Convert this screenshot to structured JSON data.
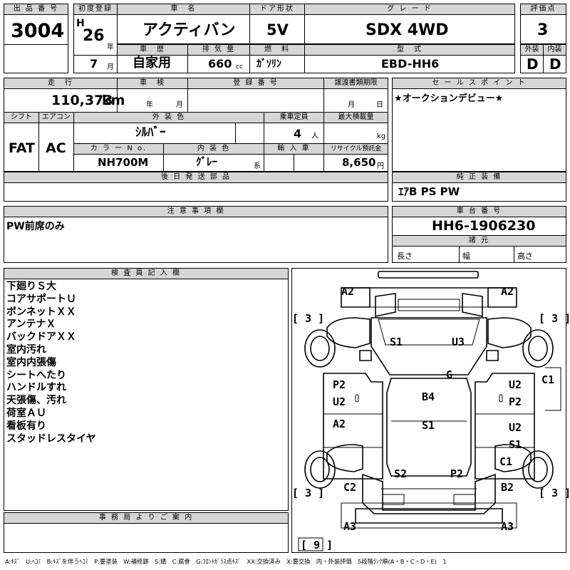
{
  "header": {
    "lot_label": "出 品 番 号",
    "lot_no": "3004",
    "first_reg_label": "初度登録",
    "era": "H",
    "year": "26",
    "year_unit": "年",
    "month": "7",
    "month_unit": "月",
    "car_name_label": "車　名",
    "car_name": "アクティバン",
    "door_label": "ドア形状",
    "door": "5V",
    "grade_label": "グ レ ー ド",
    "grade": "SDX 4WD",
    "score_label": "評価点",
    "score": "3",
    "history_label": "車　歴",
    "history": "自家用",
    "displacement_label": "排 気 量",
    "displacement": "660",
    "displacement_unit": "cc",
    "fuel_label": "燃　料",
    "fuel": "ｶﾞｿﾘﾝ",
    "model_label": "型　式",
    "model": "EBD-HH6",
    "exterior_label": "外装",
    "exterior": "D",
    "interior_label": "内装",
    "interior": "D"
  },
  "row2": {
    "mileage_label": "走　行",
    "mileage": "110,373",
    "mileage_unit": "km",
    "inspection_label": "車　検",
    "insp_year_unit": "年",
    "insp_month_unit": "月",
    "reg_no_label": "登 録 番 号",
    "transfer_label": "譲渡書類期限",
    "transfer_month": "月",
    "transfer_day": "日",
    "shift_label": "シフト",
    "shift": "FAT",
    "ac_label": "エアコン",
    "ac": "AC",
    "color_label": "外 装 色",
    "color": "ｼﾙﾊﾞｰ",
    "capacity_label": "乗車定員",
    "capacity": "4",
    "capacity_unit": "人",
    "load_label": "最大積載量",
    "load_unit": "kg",
    "color_no_label": "カ ラ ー N o.",
    "color_no": "NH700M",
    "int_color_label": "内 装 色",
    "int_color": "ｸﾞﾚｰ",
    "int_color_unit": "系",
    "import_label": "輸 入 車",
    "recycle_label": "リサイクル預託金",
    "recycle": "8,650",
    "recycle_unit": "円"
  },
  "sales_point": {
    "label": "セ ー ル ス ポ イ ン ト",
    "text": "★オークションデビュー★"
  },
  "later_parts": {
    "label": "後 日 発 送 部 品"
  },
  "equipment": {
    "label": "純 正 装 備",
    "text": "ｴｱB PS PW"
  },
  "notice": {
    "label": "注 意 事 項 欄",
    "text": "PW前席のみ"
  },
  "chassis": {
    "label": "車 台 番 号",
    "number": "HH6-1906230"
  },
  "specs": {
    "label": "諸 元",
    "length": "長さ",
    "width": "幅",
    "height": "高さ"
  },
  "inspector": {
    "label": "検 査 員 記 入 欄",
    "notes": [
      "下廻りＳ大",
      "コアサポートＵ",
      "ボンネットＸＸ",
      "アンテナＸ",
      "バックドアＸＸ",
      "室内汚れ",
      "室内内張傷",
      "シートへたり",
      "ハンドルすれ",
      "天張傷、汚れ",
      "荷室ＡＵ",
      "看板有り",
      "スタッドレスタイヤ"
    ]
  },
  "office": {
    "label": "事 務 局 よ り ご 案 内"
  },
  "diagram": {
    "front_left_bumper": "A2",
    "front_right_bumper": "A2",
    "tire_fl": "3",
    "tire_fr": "3",
    "tire_rl": "3",
    "tire_rr": "3",
    "spare": "9",
    "hood_left": "S1",
    "hood_right": "U3",
    "windshield": "G",
    "left_front_door": "P2 U2",
    "right_front_door": "U2 P2",
    "right_fender": "C1",
    "roof": "B4",
    "left_rear_door": "A2",
    "right_rear_door": "U2 S1",
    "roof_rear": "S1",
    "right_rear_quarter": "C1",
    "rear_center_left": "S2",
    "rear_center_right": "P2",
    "rear_left_quarter": "C2",
    "rear_right_quarter": "B2",
    "rear_left_bumper": "A3",
    "rear_right_bumper": "A3"
  },
  "legend": "A:ｷｽﾞ　U:ﾍｺﾐ　B:ｷｽﾞを伴うﾍｺﾐ　P:要塗装　W:補修跡　S:錆　C:腐食　G:ﾌﾛﾝﾄｶﾞﾗｽ点ｷｽﾞ　XX:交換済み　X:要交換　内・外装評価　5段階ﾗﾝｸ順(A・B・C・D・E)　1"
}
